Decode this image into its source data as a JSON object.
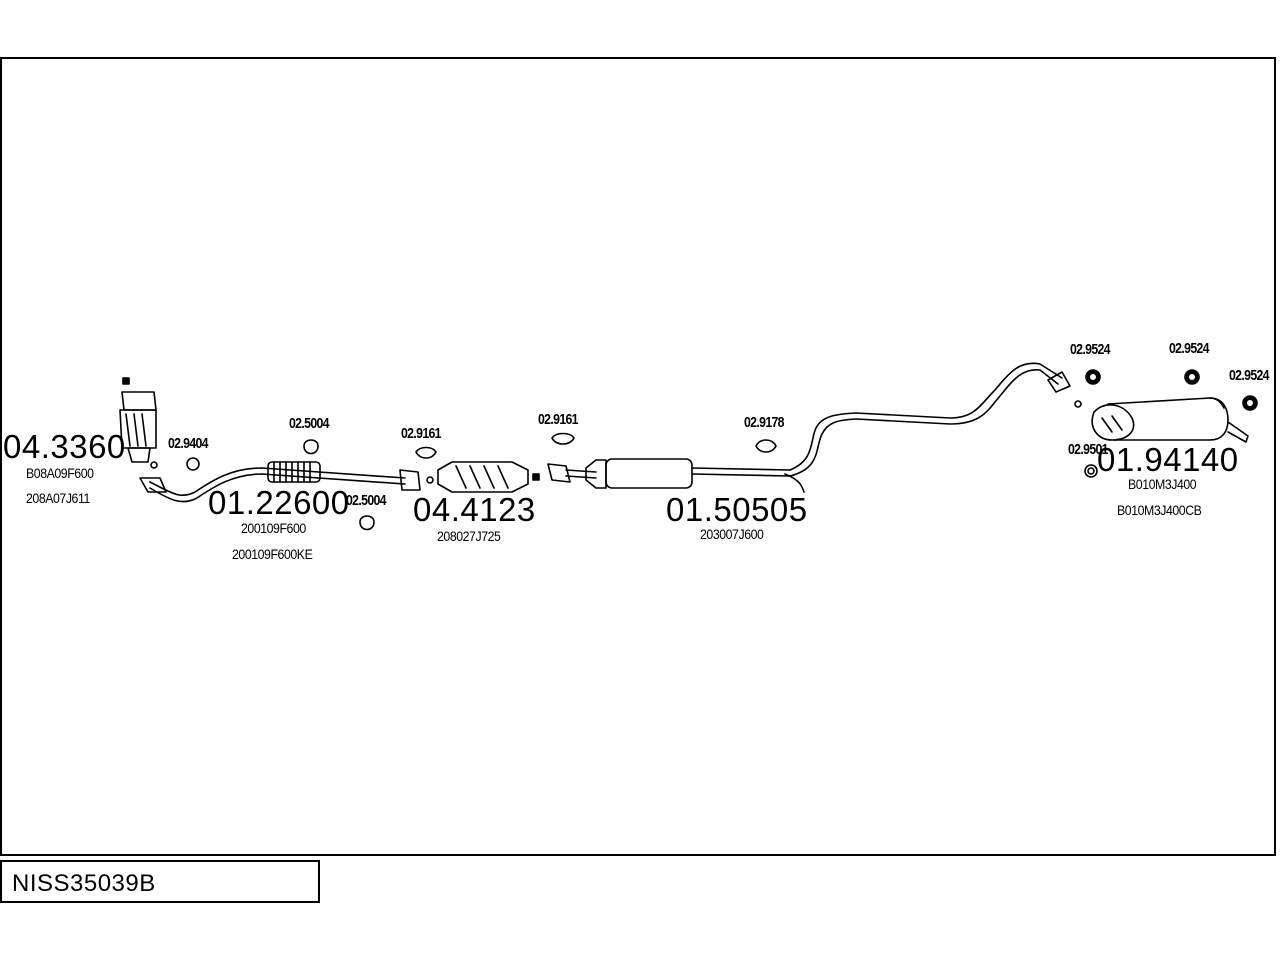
{
  "reference": "NISS35039B",
  "parts": {
    "catalytic": {
      "number": "04.3360",
      "oems": [
        "B08A09F600",
        "208A07J611"
      ]
    },
    "front_pipe": {
      "number": "01.22600",
      "oems": [
        "200109F600",
        "200109F600KE"
      ]
    },
    "middle_cat": {
      "number": "04.4123",
      "oems": [
        "208027J725"
      ]
    },
    "middle_silencer": {
      "number": "01.50505",
      "oems": [
        "203007J600"
      ]
    },
    "rear_silencer": {
      "number": "01.94140",
      "oems": [
        "B010M3J400",
        "B010M3J400CB"
      ]
    }
  },
  "fittings": {
    "f_9404": "02.9404",
    "f_5004_a": "02.5004",
    "f_5004_b": "02.5004",
    "f_9161_a": "02.9161",
    "f_9161_b": "02.9161",
    "f_9178": "02.9178",
    "f_9524_a": "02.9524",
    "f_9524_b": "02.9524",
    "f_9524_c": "02.9524",
    "f_9501": "02.9501"
  }
}
